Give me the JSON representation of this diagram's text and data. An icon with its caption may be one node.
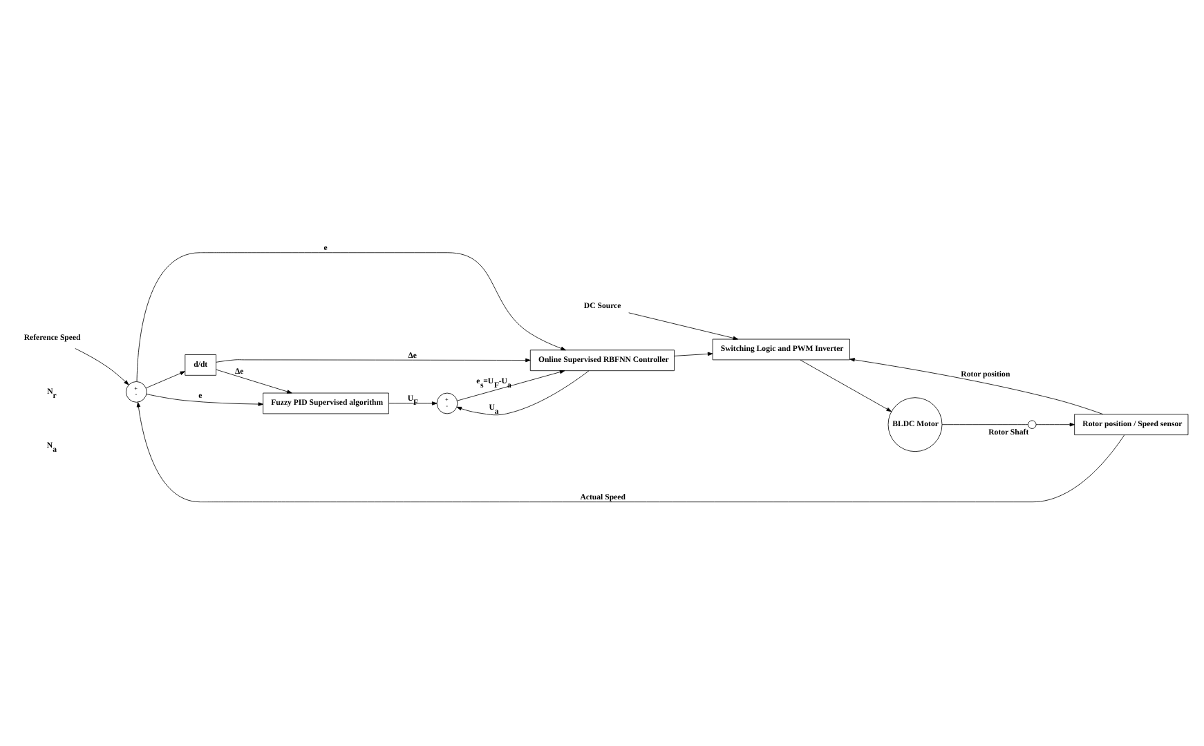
{
  "diagram": {
    "nodes": [
      {
        "text": [
          "Reference Speed"
        ]
      },
      {
        "text": [
          "+",
          "-"
        ]
      },
      {
        "text": [
          "Fuzzy PID Supervised algorithm"
        ]
      },
      {
        "text": [
          "+",
          "-"
        ]
      },
      {
        "text": [
          "Online Supervised RBFNN Controller"
        ]
      },
      {
        "text": [
          "d/dt"
        ]
      },
      {
        "text": [
          "DC Source"
        ]
      },
      {
        "text": [
          "Switching Logic and PWM Inverter"
        ]
      },
      {
        "text": [
          "BLDC Motor"
        ]
      },
      {
        "text": [],
        "shape": "circle",
        "beside": [
          "Rotor Shaft"
        ]
      },
      {
        "text": [
          "Rotor position / Speed sensor"
        ]
      }
    ],
    "edges": [
      {
        "from": 0,
        "to": 1,
        "arrow": "to"
      },
      {
        "from": 1,
        "to": 2,
        "arrow": "to",
        "label": "e"
      },
      {
        "from": 1,
        "to": 4,
        "arrow": "to",
        "label": "e"
      },
      {
        "from": 1,
        "to": 5,
        "arrow": "to"
      },
      {
        "from": 5,
        "to": 2,
        "arrow": "to",
        "label": "Δe"
      },
      {
        "from": 5,
        "to": 4,
        "arrow": "to",
        "label": "Δe"
      },
      {
        "from": 2,
        "to": 3,
        "arrow": "to",
        "label": "U$_{F}$"
      },
      {
        "from": 4,
        "to": 3,
        "arrow": "to",
        "label": "U$_{a}$"
      },
      {
        "from": 3,
        "to": 4,
        "arrow": "to",
        "label": "e$_{s}$=U$_{F}$-U$_{a}$"
      },
      {
        "from": 4,
        "to": 7,
        "arrow": "to"
      },
      {
        "from": 6,
        "to": 7,
        "arrow": "to"
      },
      {
        "from": 7,
        "to": 8,
        "arrow": "to"
      },
      {
        "from": 8,
        "to": 9,
        "arrow": "none"
      },
      {
        "from": 9,
        "to": 10,
        "arrow": "to"
      },
      {
        "from": 10,
        "to": 7,
        "arrow": "to",
        "label": "Rotor position"
      },
      {
        "from": 10,
        "to": 1,
        "arrow": "to",
        "label": "Actual Speed"
      }
    ],
    "labels": [
      "N$_{r}$",
      "N$_{a}$"
    ]
  }
}
